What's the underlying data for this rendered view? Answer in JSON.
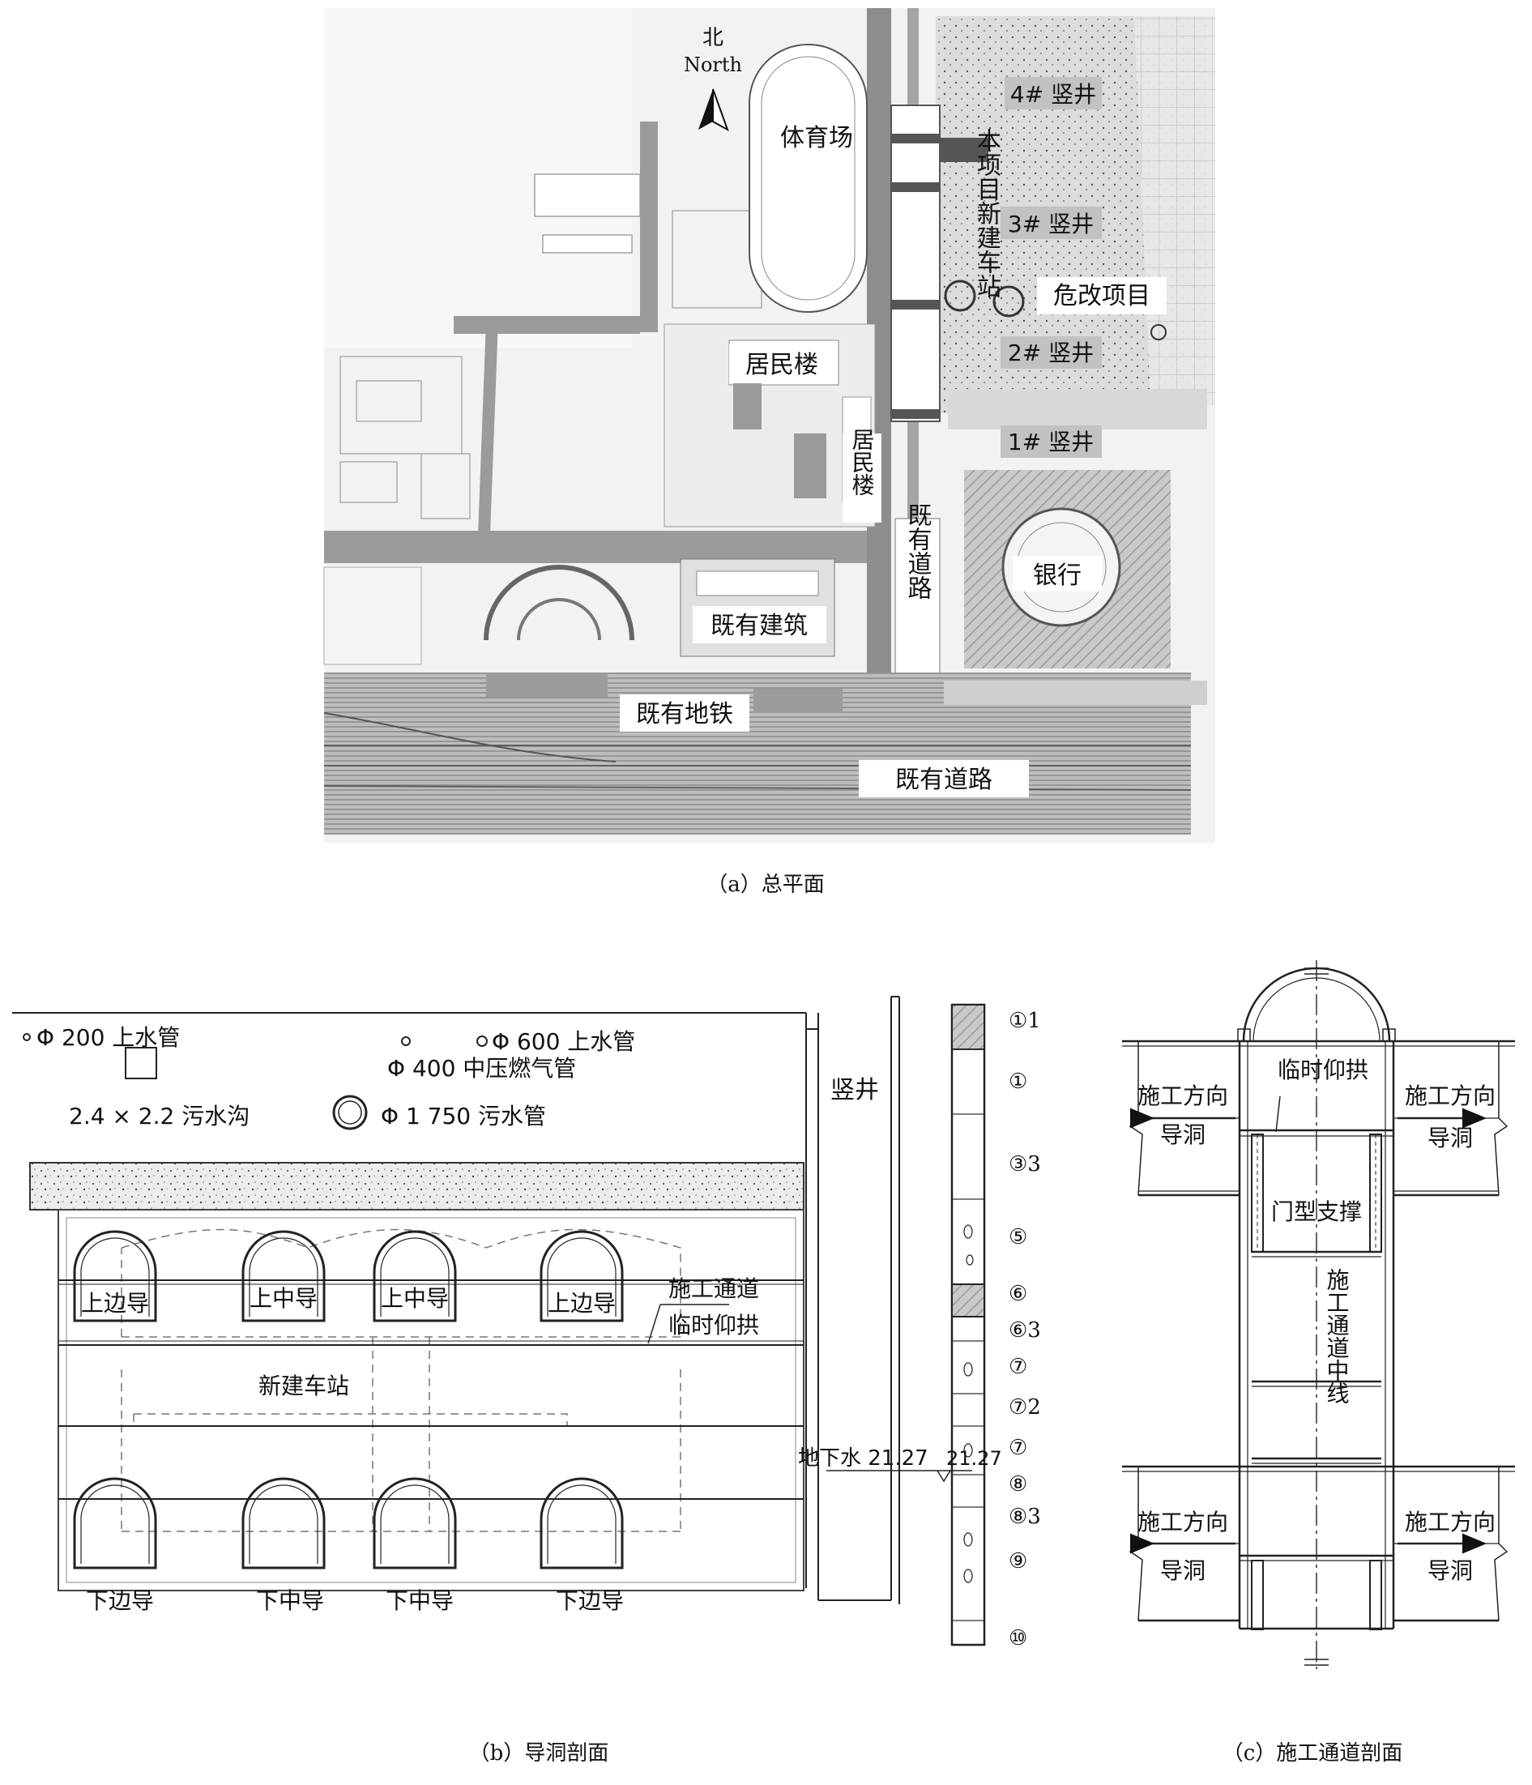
{
  "panel_a": {
    "caption": "（a）总平面",
    "north_cn": "北",
    "north_en": "North",
    "stadium": "体育场",
    "station": "本项目新建车站",
    "shafts": [
      "4# 竖井",
      "3# 竖井",
      "2# 竖井",
      "1# 竖井"
    ],
    "renovation": "危改项目",
    "residential_1": "居民楼",
    "residential_2": "居民楼",
    "existing_road_v": "既有道路",
    "bank": "银行",
    "existing_building": "既有建筑",
    "existing_metro": "既有地铁",
    "existing_road_h": "既有道路"
  },
  "panel_b": {
    "caption": "（b）导洞剖面",
    "pipe_200": "Φ 200 上水管",
    "pipe_600": "Φ 600 上水管",
    "gas_400": "Φ 400 中压燃气管",
    "sewer_ditch": "2.4 × 2.2 污水沟",
    "sewer_1750": "Φ 1 750 污水管",
    "upper_side_left": "上边导",
    "upper_mid_1": "上中导",
    "upper_mid_2": "上中导",
    "upper_side_right": "上边导",
    "passage_label_1": "施工通道",
    "passage_label_2": "临时仰拱",
    "new_station": "新建车站",
    "lower_side_left": "下边导",
    "lower_mid_1": "下中导",
    "lower_mid_2": "下中导",
    "lower_side_right": "下边导",
    "shaft": "竖井",
    "groundwater": "地下水 21.27",
    "gw_level": "21.27",
    "strata": [
      "①1",
      "①",
      "③3",
      "⑤",
      "⑥",
      "⑥3",
      "⑦",
      "⑦2",
      "⑦",
      "⑧",
      "⑧3",
      "⑨",
      "⑩"
    ]
  },
  "panel_c": {
    "caption": "（c）施工通道剖面",
    "temp_arch": "临时仰拱",
    "dir_upper_left": "施工方向",
    "dir_upper_right": "施工方向",
    "adit_upper_left": "导洞",
    "adit_upper_right": "导洞",
    "portal_brace": "门型支撑",
    "centerline": "施工通道中线",
    "dir_lower_left": "施工方向",
    "dir_lower_right": "施工方向",
    "adit_lower_left": "导洞",
    "adit_lower_right": "导洞"
  }
}
